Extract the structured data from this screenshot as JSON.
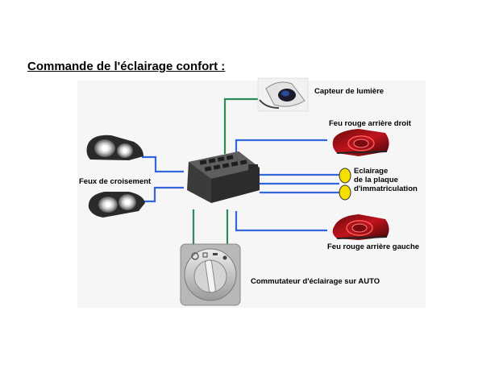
{
  "title": "Commande de l'éclairage confort :",
  "labels": {
    "light_sensor": "Capteur de lumière",
    "rear_right": "Feu rouge arrière droit",
    "low_beam": "Feux de croisement",
    "plate_line1": "Eclairage",
    "plate_line2": "de la plaque",
    "plate_line3": "d'immatriculation",
    "rear_left": "Feu rouge arrière gauche",
    "switch": "Commutateur d'éclairage sur AUTO"
  },
  "colors": {
    "signal_wire": "#3366dd",
    "sensor_wire": "#2e8b57",
    "plate_bulb": "#f5e000",
    "tail_light": "#c0141c"
  }
}
